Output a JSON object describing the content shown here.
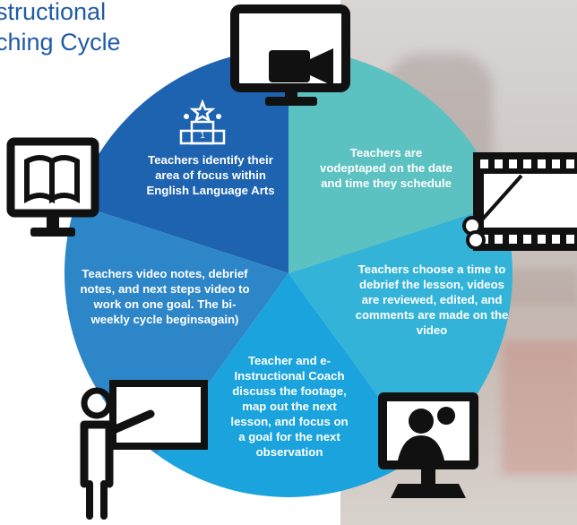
{
  "title": {
    "line1": "nstructional",
    "line2": "aching Cycle"
  },
  "colors": {
    "segment_top_left": "#1e63b0",
    "segment_top_right": "#5cc1c1",
    "segment_right": "#34b3d9",
    "segment_bottom": "#1aa3dc",
    "segment_left": "#2d86c8",
    "icon": "#111111",
    "text": "#ffffff"
  },
  "segments": [
    {
      "id": "identify",
      "text": "Teachers identify their area of focus within English Language Arts",
      "icon": "podium-icon"
    },
    {
      "id": "videotaped",
      "text": "Teachers are vodeptaped on the date and time they schedule",
      "icon": "video-camera-monitor-icon"
    },
    {
      "id": "debrief",
      "text": "Teachers choose a time to debrief the lesson, videos are reviewed, edited, and comments are made on the video",
      "icon": "film-scissors-icon"
    },
    {
      "id": "coach",
      "text": "Teacher and e-Instructional Coach discuss the footage, map out the next lesson, and focus on a goal for the next observation",
      "icon": "video-call-monitor-icon"
    },
    {
      "id": "notes",
      "text": "Teachers video notes, debrief notes, and next steps video to work on one goal. The bi-weekly cycle beginsagain)",
      "icon": "teacher-board-icon"
    }
  ],
  "extra_icons": [
    "book-monitor-icon"
  ]
}
